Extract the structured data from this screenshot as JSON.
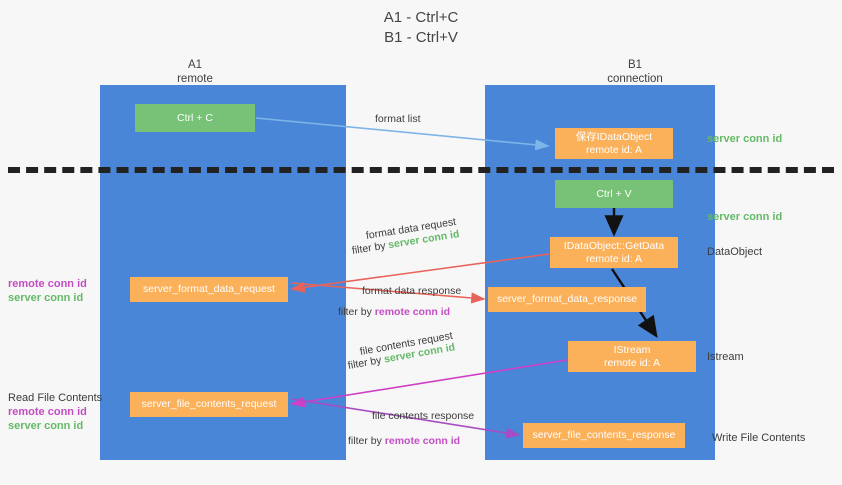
{
  "title": {
    "line1": "A1 - Ctrl+C",
    "line2": "B1 - Ctrl+V"
  },
  "columns": [
    {
      "id": "a1",
      "name": "A1",
      "role": "remote"
    },
    {
      "id": "b1",
      "name": "B1",
      "role": "connection"
    }
  ],
  "boxes": {
    "ctrl_c": {
      "label": "Ctrl + C",
      "color": "#77c277"
    },
    "save_idataobject": {
      "line1": "保存IDataObject",
      "line2": "remote id: A",
      "color": "#fbb05a"
    },
    "ctrl_v": {
      "label": "Ctrl + V",
      "color": "#77c277"
    },
    "getdata": {
      "line1": "IDataObject::GetData",
      "line2": "remote id: A",
      "color": "#fbb05a"
    },
    "server_format_data_request": {
      "label": "server_format_data_request",
      "color": "#fbb05a"
    },
    "server_format_data_response": {
      "label": "server_format_data_response",
      "color": "#fbb05a"
    },
    "istream": {
      "line1": "IStream",
      "line2": "remote id: A",
      "color": "#fbb05a"
    },
    "server_file_contents_request": {
      "label": "server_file_contents_request",
      "color": "#fbb05a"
    },
    "server_file_contents_response": {
      "label": "server_file_contents_response",
      "color": "#fbb05a"
    }
  },
  "edges": [
    {
      "id": "format_list",
      "label": "format list",
      "color": "#7eb5e8"
    },
    {
      "id": "format_data_request",
      "label_line1": "format data request",
      "label_prefix": "filter by ",
      "label_key": "server conn id",
      "color": "#e8635a"
    },
    {
      "id": "format_data_response",
      "label_line1": "format data response",
      "label_prefix": "filter by ",
      "label_key": "remote conn id",
      "color": "#e8635a"
    },
    {
      "id": "file_contents_request",
      "label_line1": "file contents request",
      "label_prefix": "filter by ",
      "label_key": "server conn id",
      "color": "#cf3fc7"
    },
    {
      "id": "file_contents_response",
      "label_line1": "file contents response",
      "label_prefix": "filter by ",
      "label_key": "remote conn id",
      "color": "#a84bc4"
    }
  ],
  "annotations": {
    "right": [
      {
        "id": "server_conn_id_1",
        "text": "server conn id",
        "color": "#64ba67"
      },
      {
        "id": "server_conn_id_2",
        "text": "server conn id",
        "color": "#64ba67"
      },
      {
        "id": "dataobject",
        "text": "DataObject",
        "color": "#3c3c3c"
      },
      {
        "id": "istream",
        "text": "Istream",
        "color": "#3c3c3c"
      },
      {
        "id": "write_file_contents",
        "text": "Write File Contents",
        "color": "#3c3c3c"
      }
    ],
    "left": [
      {
        "id": "remote_conn_id_1",
        "text": "remote conn id",
        "color": "#c44ec4"
      },
      {
        "id": "server_conn_id_left_1",
        "text": "server conn id",
        "color": "#64ba67"
      },
      {
        "id": "read_file_contents",
        "text": "Read File Contents",
        "color": "#3c3c3c"
      },
      {
        "id": "remote_conn_id_2",
        "text": "remote conn id",
        "color": "#c44ec4"
      },
      {
        "id": "server_conn_id_left_2",
        "text": "server conn id",
        "color": "#64ba67"
      }
    ]
  },
  "colors": {
    "lane": "#4a86d8",
    "green_box": "#77c277",
    "orange_box": "#fbb05a",
    "green_text": "#64ba67",
    "magenta_text": "#c44ec4",
    "background": "#f7f7f7",
    "dashed_line": "#222222"
  }
}
